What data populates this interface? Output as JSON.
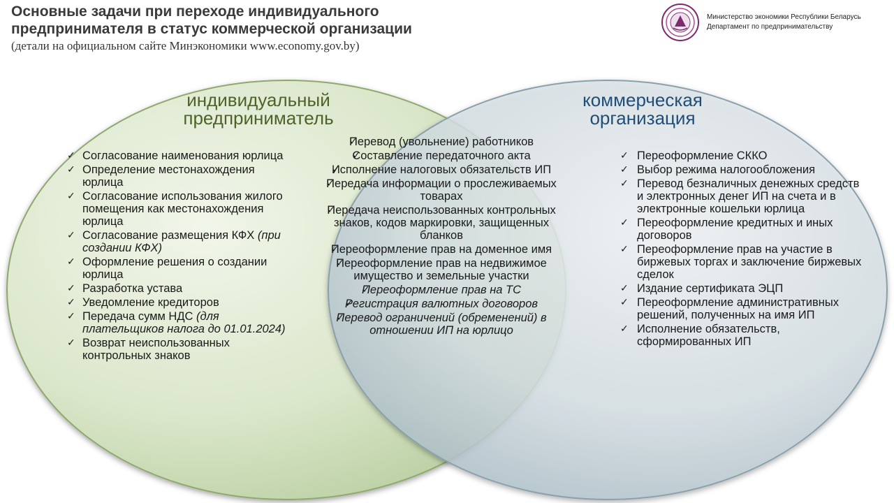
{
  "header": {
    "title": "Основные задачи при переходе индивидуального предпринимателя в статус коммерческой организации",
    "subtitle": "(детали на официальном сайте Минэкономики www.economy.gov.by)",
    "ministry_line1": "Министерство экономики Республики Беларусь",
    "ministry_line2": "Департамент по предпринимательству"
  },
  "colors": {
    "left_title": "#4f6228",
    "right_title": "#1f4e79",
    "left_fill": "#d6e4c2",
    "right_fill": "#c9d6dd"
  },
  "left": {
    "title_line1": "индивидуальный",
    "title_line2": "предприниматель",
    "items": [
      {
        "text": "Согласование наименования юрлица"
      },
      {
        "text": "Определение местонахождения юрлица"
      },
      {
        "text": "Согласование использования жилого помещения как местонахождения юрлица"
      },
      {
        "text": "Согласование размещения КФХ ",
        "note": "(при создании КФХ)"
      },
      {
        "text": "Оформление решения о создании юрлица"
      },
      {
        "text": "Разработка устава"
      },
      {
        "text": "Уведомление кредиторов"
      },
      {
        "text": "Передача сумм НДС ",
        "note": "(для плательщиков налога до 01.01.2024)"
      },
      {
        "text": "Возврат неиспользованных контрольных знаков"
      }
    ]
  },
  "middle": {
    "items": [
      {
        "text": "Перевод (увольнение) работников"
      },
      {
        "text": "Составление передаточного акта"
      },
      {
        "text": "Исполнение налоговых обязательств ИП"
      },
      {
        "text": "Передача информации о прослеживаемых товарах"
      },
      {
        "text": "Передача неиспользованных контрольных знаков, кодов маркировки, защищенных бланков"
      },
      {
        "text": "Переоформление прав на доменное имя"
      },
      {
        "text": "Переоформление прав на недвижимое имущество и земельные участки"
      },
      {
        "text": "Переоформление прав на ТС",
        "italic": true
      },
      {
        "text": "Регистрация валютных договоров",
        "italic": true
      },
      {
        "text": "Перевод ограничений (обременений) в отношении ИП на юрлицо",
        "italic": true
      }
    ]
  },
  "right": {
    "title_line1": "коммерческая",
    "title_line2": "организация",
    "items": [
      {
        "text": "Переоформление СККО"
      },
      {
        "text": "Выбор режима налогообложения"
      },
      {
        "text": "Перевод безналичных денежных средств и электронных денег ИП на счета и в электронные кошельки юрлица"
      },
      {
        "text": "Переоформление кредитных и иных договоров"
      },
      {
        "text": "Переоформление прав на участие в биржевых торгах и заключение биржевых сделок"
      },
      {
        "text": "Издание сертификата ЭЦП"
      },
      {
        "text": "Переоформление административных решений, полученных на имя ИП"
      },
      {
        "text": "Исполнение обязательств, сформированных ИП"
      }
    ]
  }
}
